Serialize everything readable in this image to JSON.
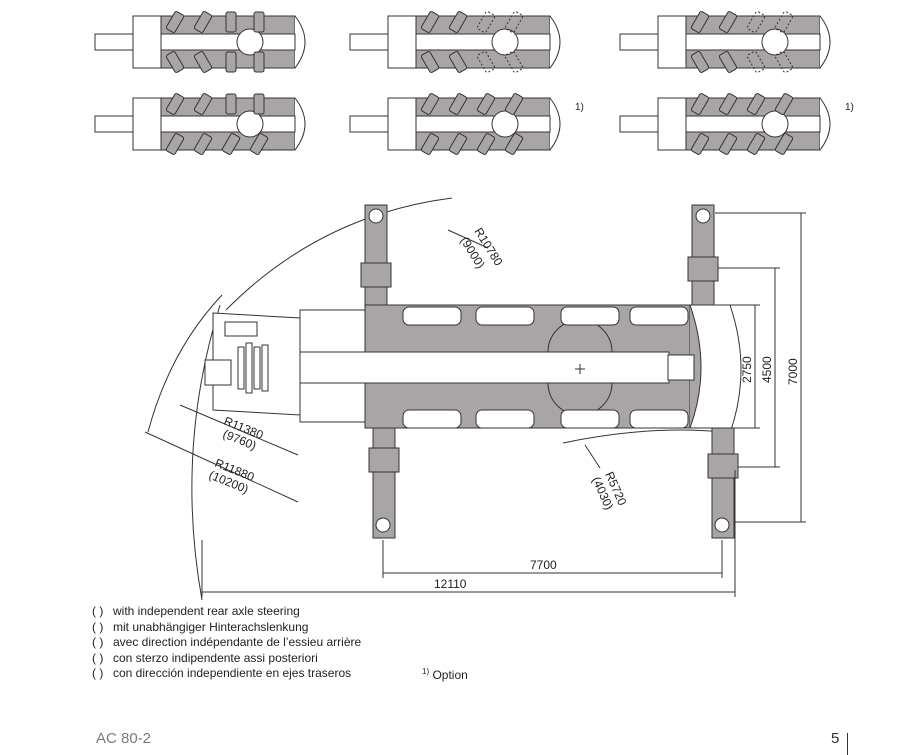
{
  "variants": [
    {
      "steer": "front"
    },
    {
      "steer": "all-dashed"
    },
    {
      "steer": "all-dashed"
    },
    {
      "steer": "crab-front"
    },
    {
      "steer": "crab",
      "note": "1)"
    },
    {
      "steer": "crab-alt",
      "note": "1)"
    }
  ],
  "dimensions": {
    "radius_boom": "R10780",
    "radius_boom_alt": "(9000)",
    "radius_inner": "R11380",
    "radius_inner_alt": "(9760)",
    "radius_outer": "R11880",
    "radius_outer_alt": "(10200)",
    "radius_rear": "R5720",
    "radius_rear_alt": "(4030)",
    "width_outrigger": "7000",
    "width_axle": "4500",
    "width_track": "2750",
    "length_wheelbase": "7700",
    "length_total": "12110"
  },
  "legend": {
    "marker": "( )",
    "items": [
      "with independent rear axle steering",
      "mit unabhängiger Hinterachslenkung",
      "avec direction indépendante de l’essieu arrière",
      "con sterzo indipendente assi posteriori",
      "con dirección independiente en ejes traseros"
    ],
    "option_sup": "1)",
    "option_label": "Option"
  },
  "footer": {
    "model": "AC 80-2",
    "page": "5"
  },
  "colors": {
    "body": "#a9a5a6",
    "ink": "#333333"
  }
}
